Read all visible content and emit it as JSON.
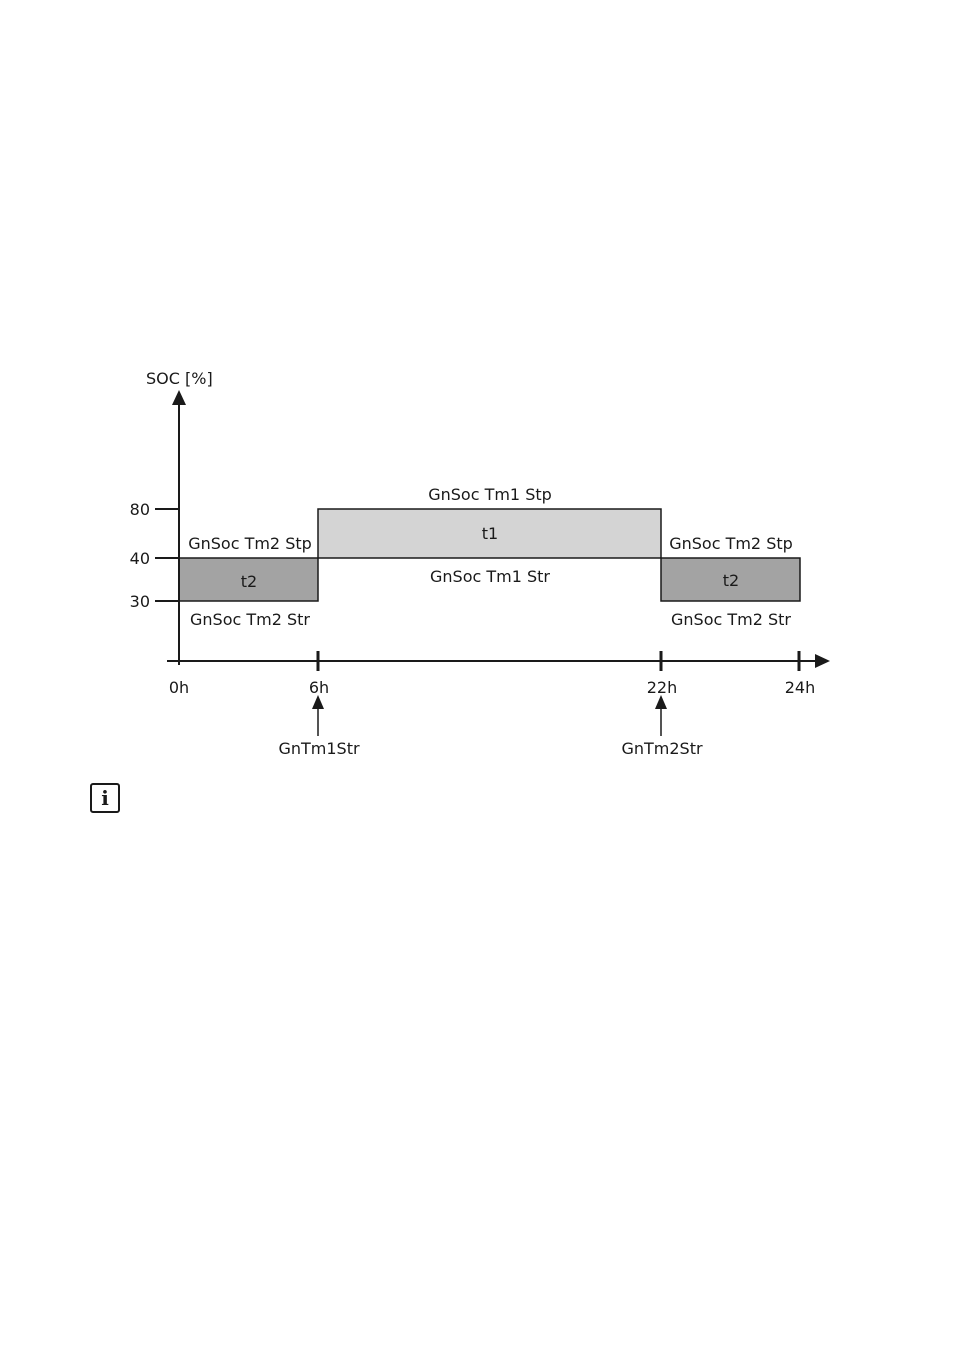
{
  "axes": {
    "y_label": "SOC [%]",
    "y_ticks": [
      "80",
      "40",
      "30"
    ],
    "x_ticks": [
      "0h",
      "6h",
      "22h",
      "24h"
    ]
  },
  "blocks": {
    "t2_left": {
      "label": "t2",
      "top_label": "GnSoc Tm2 Stp",
      "bottom_label": "GnSoc Tm2 Str",
      "color": "#a3a3a3"
    },
    "t1": {
      "label": "t1",
      "top_label": "GnSoc Tm1 Stp",
      "bottom_label": "GnSoc Tm1 Str",
      "color": "#d4d4d4"
    },
    "t2_right": {
      "label": "t2",
      "top_label": "GnSoc Tm2 Stp",
      "bottom_label": "GnSoc Tm2 Str",
      "color": "#a3a3a3"
    }
  },
  "markers": {
    "start1": "GnTm1Str",
    "start2": "GnTm2Str"
  },
  "info_icon": {
    "name": "info-icon",
    "glyph": "i"
  }
}
